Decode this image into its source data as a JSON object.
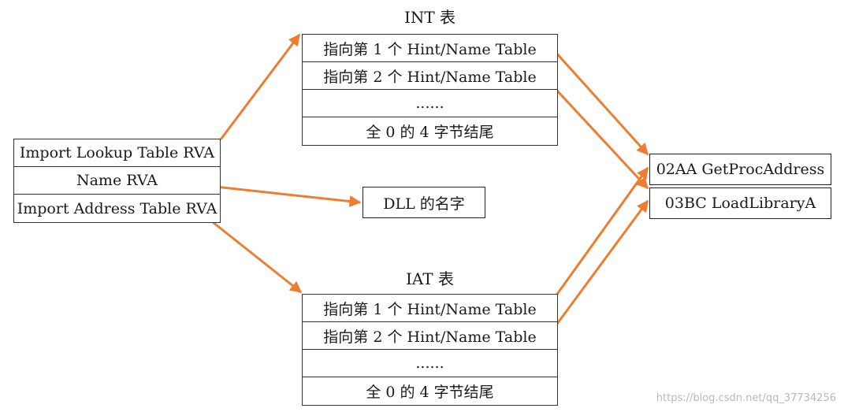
{
  "int_table": {
    "caption": "INT 表",
    "rows": [
      "指向第 1 个 Hint/Name Table",
      "指向第 2 个 Hint/Name Table",
      "......",
      "全 0 的 4 字节结尾"
    ]
  },
  "iat_table": {
    "caption": "IAT 表",
    "rows": [
      "指向第 1 个 Hint/Name Table",
      "指向第 2 个 Hint/Name Table",
      "......",
      "全 0 的 4 字节结尾"
    ]
  },
  "import_descriptor": {
    "rows": [
      "Import Lookup Table RVA",
      "Name RVA",
      "Import Address Table RVA"
    ]
  },
  "dll_name": "DLL 的名字",
  "hint_names": [
    "02AA GetProcAddress",
    "03BC LoadLibraryA"
  ],
  "watermark": "https://blog.csdn.net/qq_37734256",
  "arrow_color": "#ed7d31"
}
